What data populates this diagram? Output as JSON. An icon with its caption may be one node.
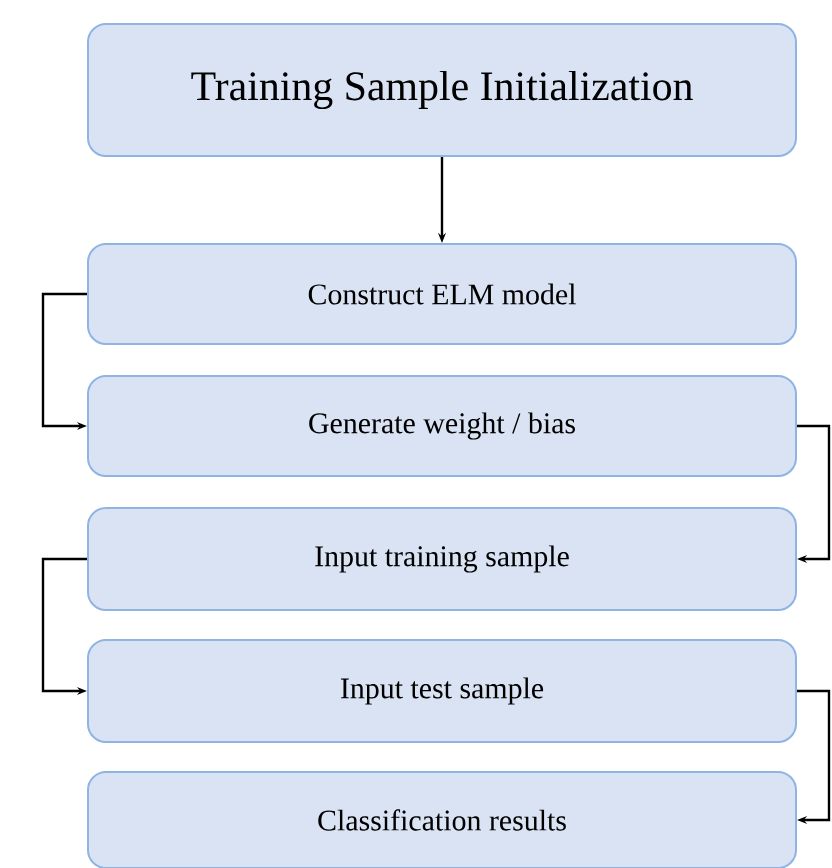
{
  "diagram": {
    "nodes": [
      {
        "text": [
          "Training Sample Initialization"
        ]
      },
      {
        "text": [
          "Construct ELM model"
        ]
      },
      {
        "text": [
          "Generate weight / bias"
        ]
      },
      {
        "text": [
          "Input training sample"
        ]
      },
      {
        "text": [
          "Input test sample"
        ]
      },
      {
        "text": [
          "Classification results"
        ]
      }
    ],
    "edges": [
      {
        "from": 0,
        "to": 1,
        "arrow": "to"
      },
      {
        "from": 1,
        "to": 2,
        "arrow": "to"
      },
      {
        "from": 2,
        "to": 3,
        "arrow": "to"
      },
      {
        "from": 3,
        "to": 4,
        "arrow": "to"
      },
      {
        "from": 4,
        "to": 5,
        "arrow": "to"
      }
    ]
  }
}
